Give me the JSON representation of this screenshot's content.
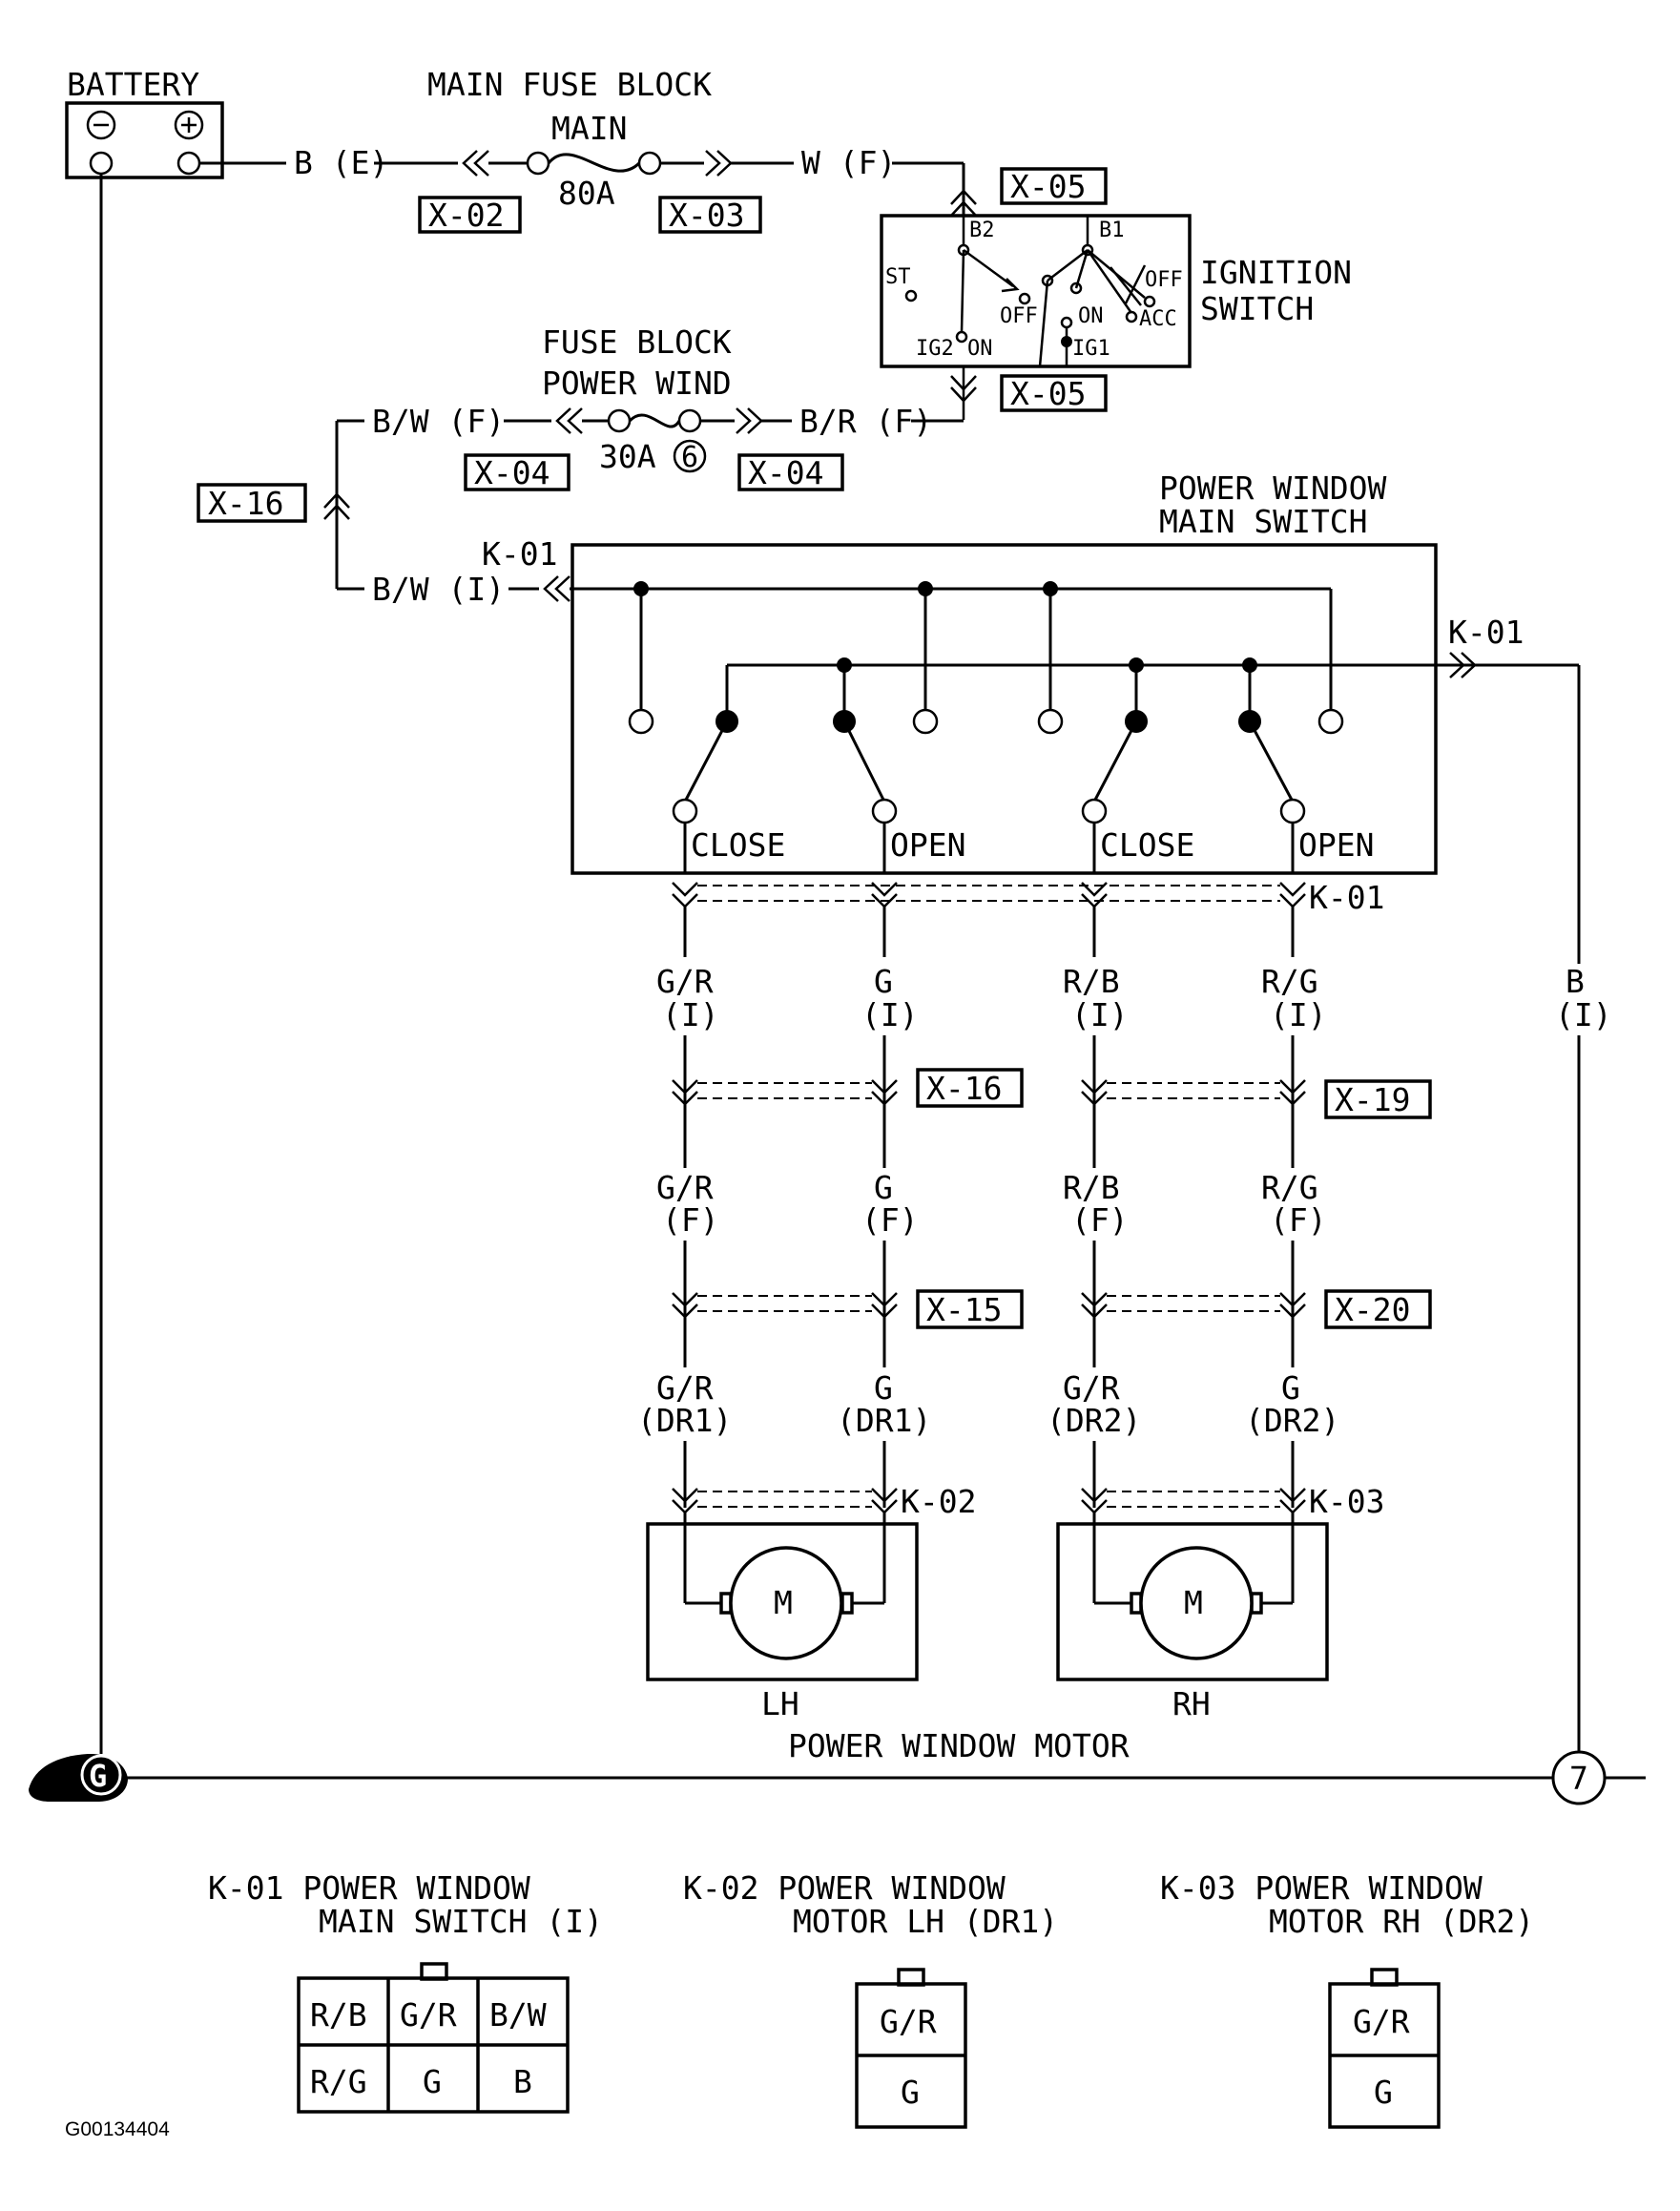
{
  "battery": {
    "label": "BATTERY",
    "neg": "⊖",
    "pos": "⊕"
  },
  "main_fuse_block": {
    "title": "MAIN FUSE BLOCK",
    "fuse_name": "MAIN",
    "rating": "80A",
    "wire_in": "B (E)",
    "wire_out": "W (F)",
    "conn_in": "X-02",
    "conn_out": "X-03"
  },
  "ignition_switch": {
    "title_line1": "IGNITION",
    "title_line2": "SWITCH",
    "conn_top": "X-05",
    "conn_bottom": "X-05",
    "terminals": {
      "b2": "B2",
      "b1": "B1",
      "st": "ST",
      "ig2": "IG2",
      "on_left": "ON",
      "off_left": "OFF",
      "on_right": "ON",
      "off_right": "OFF",
      "acc": "ACC",
      "ig1": "IG1"
    }
  },
  "fuse_block": {
    "title": "FUSE BLOCK",
    "fuse_name": "POWER WIND",
    "rating": "30A",
    "number": "6",
    "wire_in": "B/W (F)",
    "wire_out": "B/R (F)",
    "conn_in": "X-04",
    "conn_out": "X-04"
  },
  "x16_conn": "X-16",
  "main_switch": {
    "title_line1": "POWER WINDOW",
    "title_line2": "MAIN SWITCH",
    "conn_in": "K-01",
    "wire_in": "B/W (I)",
    "conn_right": "K-01",
    "conn_bottom": "K-01",
    "positions": [
      "CLOSE",
      "OPEN",
      "CLOSE",
      "OPEN"
    ]
  },
  "wires_i": [
    {
      "color": "G/R",
      "loc": "(I)"
    },
    {
      "color": "G",
      "loc": "(I)"
    },
    {
      "color": "R/B",
      "loc": "(I)"
    },
    {
      "color": "R/G",
      "loc": "(I)"
    },
    {
      "color": "B",
      "loc": "(I)"
    }
  ],
  "mid_conns": {
    "left": "X-16",
    "right": "X-19"
  },
  "wires_f": [
    {
      "color": "G/R",
      "loc": "(F)"
    },
    {
      "color": "G",
      "loc": "(F)"
    },
    {
      "color": "R/B",
      "loc": "(F)"
    },
    {
      "color": "R/G",
      "loc": "(F)"
    }
  ],
  "low_conns": {
    "left": "X-15",
    "right": "X-20"
  },
  "wires_dr": [
    {
      "color": "G/R",
      "loc": "(DR1)"
    },
    {
      "color": "G",
      "loc": "(DR1)"
    },
    {
      "color": "G/R",
      "loc": "(DR2)"
    },
    {
      "color": "G",
      "loc": "(DR2)"
    }
  ],
  "motors": {
    "conn_lh": "K-02",
    "conn_rh": "K-03",
    "symbol": "M",
    "lh": "LH",
    "rh": "RH",
    "title": "POWER WINDOW MOTOR"
  },
  "ground": {
    "label": "G",
    "number": "7"
  },
  "legend": [
    {
      "line1": "K-01 POWER WINDOW",
      "line2": "MAIN SWITCH (I)"
    },
    {
      "line1": "K-02 POWER WINDOW",
      "line2": "MOTOR LH (DR1)"
    },
    {
      "line1": "K-03 POWER WINDOW",
      "line2": "MOTOR RH (DR2)"
    }
  ],
  "k01_pins": [
    "R/B",
    "G/R",
    "B/W",
    "R/G",
    "G",
    "B"
  ],
  "k02_pins": [
    "G/R",
    "G"
  ],
  "k03_pins": [
    "G/R",
    "G"
  ],
  "figure_id": "G00134404"
}
